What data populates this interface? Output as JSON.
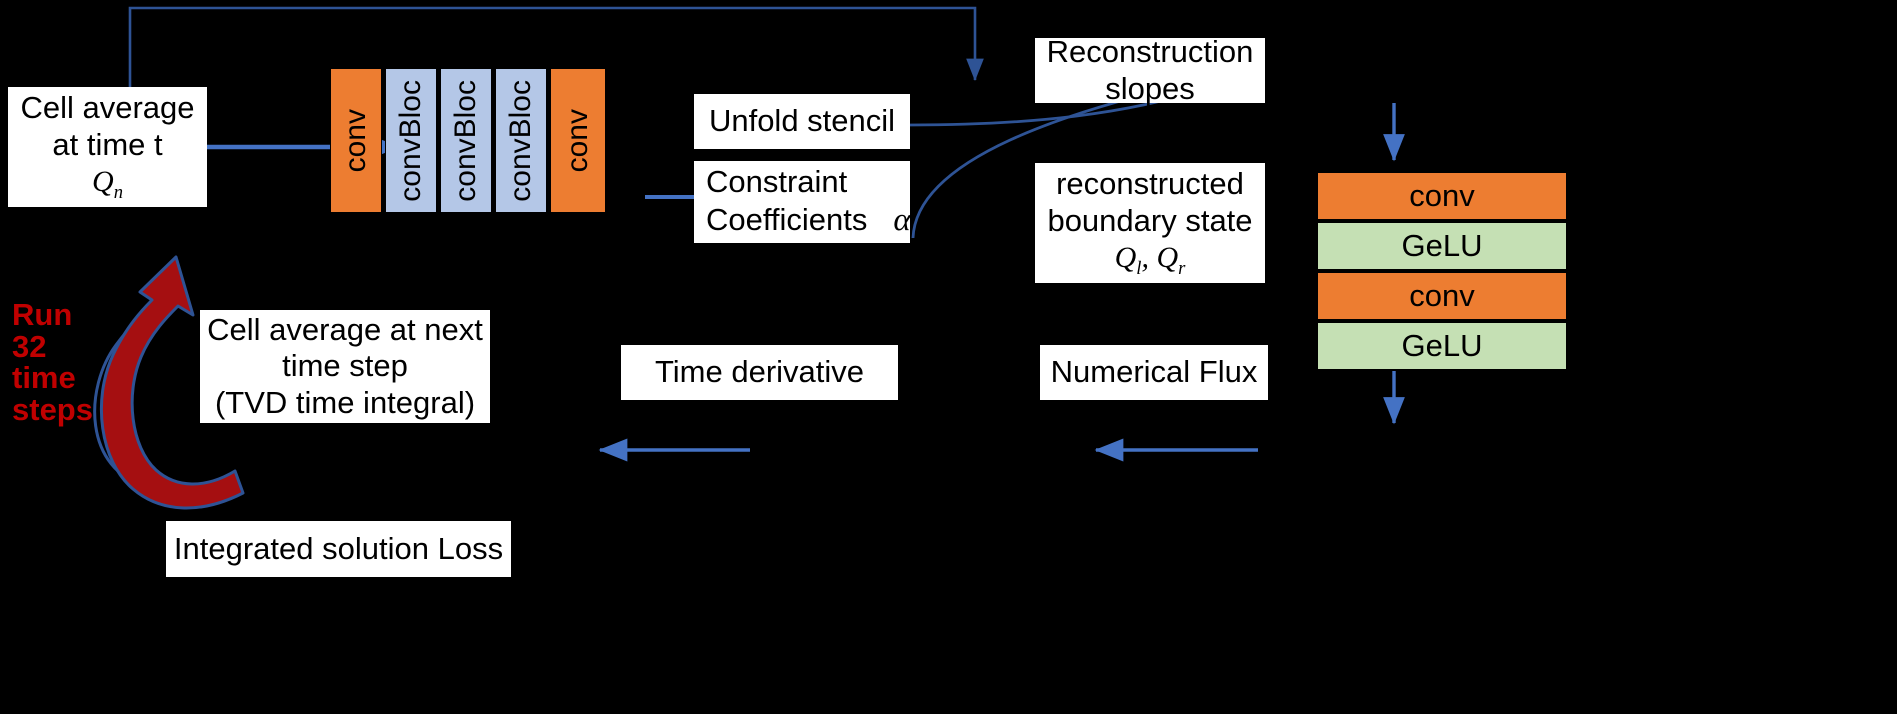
{
  "diagram": {
    "title": "Neural network constrained finite volume solver loop",
    "background_color": "#000000",
    "box_fill": "#ffffff",
    "arrow_color": "#4472C4",
    "loop_arrow_fill": "#C00000",
    "loop_arrow_stroke": "#2E5395",
    "conv_color": "#ED7D31",
    "convbloc_color": "#B4C7E7",
    "gelu_color": "#C5E0B4"
  },
  "boxes": {
    "cell_average_t": {
      "line1": "Cell average",
      "line2": "at time t",
      "symbol": "Q",
      "symbol_sub": "n"
    },
    "unfold_stencil": {
      "label": "Unfold stencil"
    },
    "constraint_coefficients": {
      "line1": "Constraint",
      "line2": "Coefficients",
      "symbol": "α"
    },
    "reconstruction_slopes": {
      "line1": "Reconstruction",
      "line2": "slopes"
    },
    "reconstructed_boundary_state": {
      "line1": "reconstructed",
      "line2": "boundary state",
      "symbol_left": "Q",
      "symbol_left_sub": "l",
      "comma": ",",
      "symbol_right": "Q",
      "symbol_right_sub": "r"
    },
    "numerical_flux": {
      "label": "Numerical Flux"
    },
    "time_derivative": {
      "label": "Time derivative"
    },
    "cell_average_next": {
      "line1": "Cell average at next",
      "line2": "time step",
      "line3": "(TVD time integral)"
    },
    "integrated_solution_loss": {
      "label": "Integrated solution Loss"
    }
  },
  "network": {
    "blocks": [
      {
        "label": "conv",
        "kind": "conv"
      },
      {
        "label": "convBloc",
        "kind": "convbloc"
      },
      {
        "label": "convBloc",
        "kind": "convbloc"
      },
      {
        "label": "convBloc",
        "kind": "convbloc"
      },
      {
        "label": "conv",
        "kind": "conv"
      }
    ]
  },
  "legend": {
    "rows": [
      {
        "label": "conv",
        "kind": "conv"
      },
      {
        "label": "GeLU",
        "kind": "gelu"
      },
      {
        "label": "conv",
        "kind": "conv"
      },
      {
        "label": "GeLU",
        "kind": "gelu"
      }
    ]
  },
  "loop": {
    "label_line1": "Run",
    "label_line2": "32",
    "label_line3": "time",
    "label_line4": "steps",
    "color": "#C00000"
  }
}
